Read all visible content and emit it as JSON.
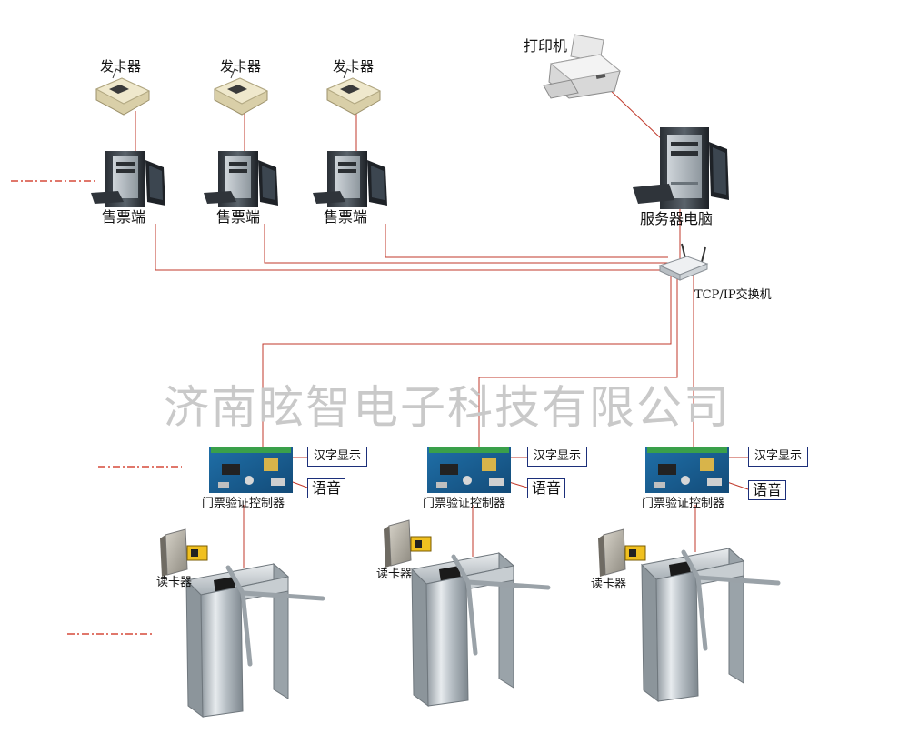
{
  "colors": {
    "cable": "#c0392b",
    "dash_red": "#d64a3a",
    "label_box_border": "#1c2f7a",
    "watermark": "#c9c9c9"
  },
  "labels": {
    "card_issuer": "发卡器",
    "ticket_terminal": "售票端",
    "printer": "打印机",
    "server": "服务器电脑",
    "switch": "TCP/IP交换机",
    "controller": "门票验证控制器",
    "chinese_display": "汉字显示",
    "voice": "语音",
    "card_reader": "读卡器"
  },
  "watermark": "济南昡智电子科技有限公司",
  "icons": {
    "card_issuer": "card-issuer-icon",
    "computer": "desktop-computer-icon",
    "printer": "printer-icon",
    "switch": "network-switch-icon",
    "controller": "circuit-board-icon",
    "card_reader": "card-reader-icon",
    "turnstile": "tripod-turnstile-icon"
  }
}
